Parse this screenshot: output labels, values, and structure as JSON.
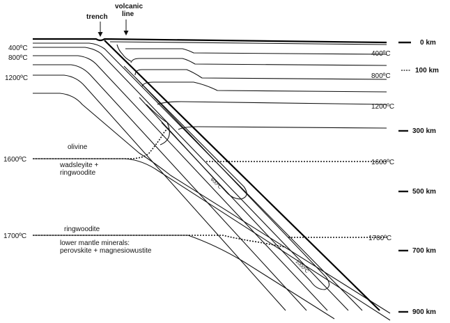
{
  "top_labels": {
    "trench": "trench",
    "volcanic_line": [
      "volcanic",
      "line"
    ]
  },
  "left_temps": [
    "400ºC",
    "800ºC",
    "1200ºC",
    "1600ºC",
    "1700ºC"
  ],
  "right_temps": [
    "400ºC",
    "800ºC",
    "1200ºC",
    "1600ºC",
    "1700ºC"
  ],
  "slab_temps": [
    "600ºC",
    "1000ºC"
  ],
  "depth_scale": [
    "0 km",
    "100 km",
    "300 km",
    "500 km",
    "700 km",
    "900 km"
  ],
  "phase_labels": {
    "olivine": "olivine",
    "wadsleyite": [
      "wadsleyite +",
      "ringwoodite"
    ],
    "ringwoodite": "ringwoodite",
    "lower_mantle": [
      "lower mantle minerals:",
      "perovskite + magnesiowustite"
    ]
  }
}
